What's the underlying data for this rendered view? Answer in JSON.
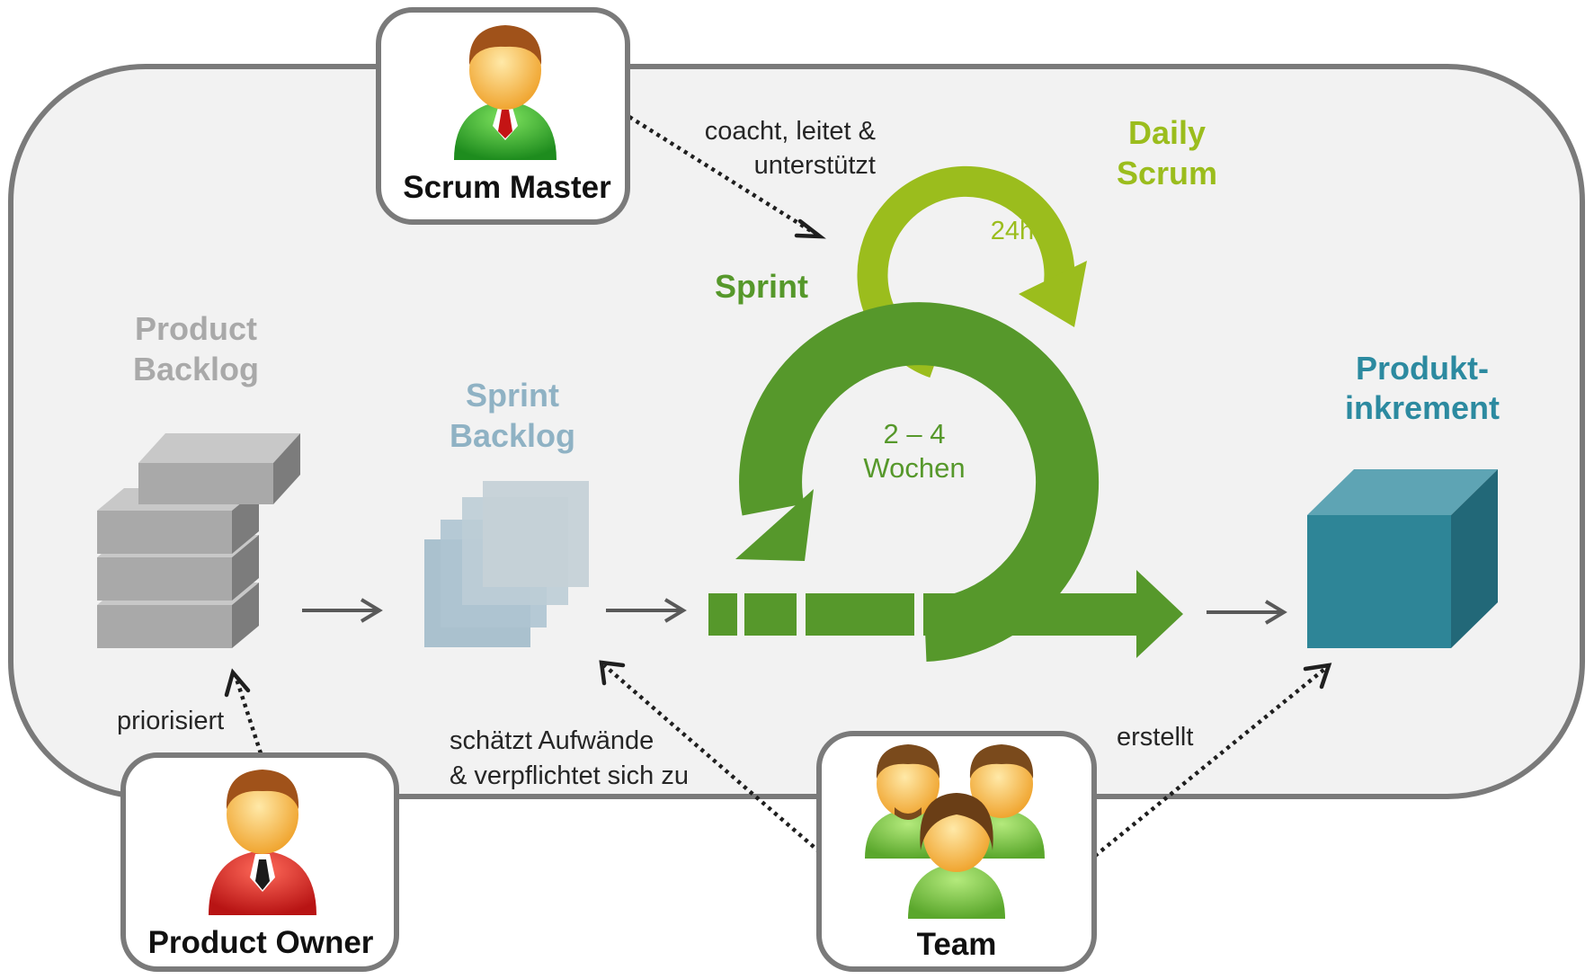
{
  "roles": {
    "scrum_master": "Scrum Master",
    "product_owner": "Product Owner",
    "team": "Team"
  },
  "artifacts": {
    "product_backlog_1": "Product",
    "product_backlog_2": "Backlog",
    "sprint_backlog_1": "Sprint",
    "sprint_backlog_2": "Backlog",
    "increment_1": "Produkt-",
    "increment_2": "inkrement"
  },
  "events": {
    "sprint": "Sprint",
    "sprint_duration_1": "2 – 4",
    "sprint_duration_2": "Wochen",
    "daily_1": "Daily",
    "daily_2": "Scrum",
    "daily_duration": "24h"
  },
  "relations": {
    "scrum_master_1": "coacht, leitet &",
    "scrum_master_2": "unterstützt",
    "product_owner": "priorisiert",
    "team_estimate_1": "schätzt Aufwände",
    "team_estimate_2": "& verpflichtet sich zu",
    "team_creates": "erstellt"
  },
  "colors": {
    "frame": "#7a7a7a",
    "background": "#f2f2f2",
    "sprint_green": "#56982b",
    "daily_green": "#9bbd1d",
    "product_backlog_gray": "#a9a9a9",
    "sprint_backlog_blue": "#8fb2c4",
    "increment_teal": "#2e8597",
    "increment_text": "#2c8aa0"
  },
  "icons": [
    "person-green-icon",
    "person-red-icon",
    "team-group-icon",
    "stack-boxes-icon",
    "stacked-sheets-icon",
    "cube-icon"
  ]
}
